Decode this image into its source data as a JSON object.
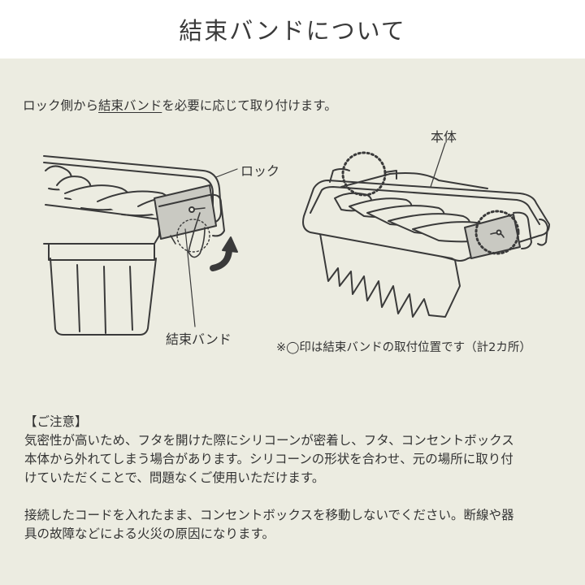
{
  "header": {
    "title": "結束バンドについて"
  },
  "lead": {
    "before": "ロック側から",
    "underlined": "結束バンド",
    "after": "を必要に応じて取り付けます。"
  },
  "labels": {
    "lock": "ロック",
    "band": "結束バンド",
    "body": "本体"
  },
  "position_note": "※◯印は結束バンドの取付位置です（計2カ所）",
  "caution": {
    "title": "【ご注意】",
    "line1": "気密性が高いため、フタを開けた際にシリコーンが密着し、フタ、コンセントボックス",
    "line2": "本体から外れてしまう場合があります。シリコーンの形状を合わせ、元の場所に取り付",
    "line3": "けていただくことで、問題なくご使用いただけます。",
    "line4": "接続したコードを入れたまま、コンセントボックスを移動しないでください。断線や器",
    "line5": "具の故障などによる火災の原因になります。"
  },
  "colors": {
    "background": "#ecece1",
    "header_bg": "#ffffff",
    "line": "#3a3a3a",
    "band_fill": "#c9c9c2"
  }
}
